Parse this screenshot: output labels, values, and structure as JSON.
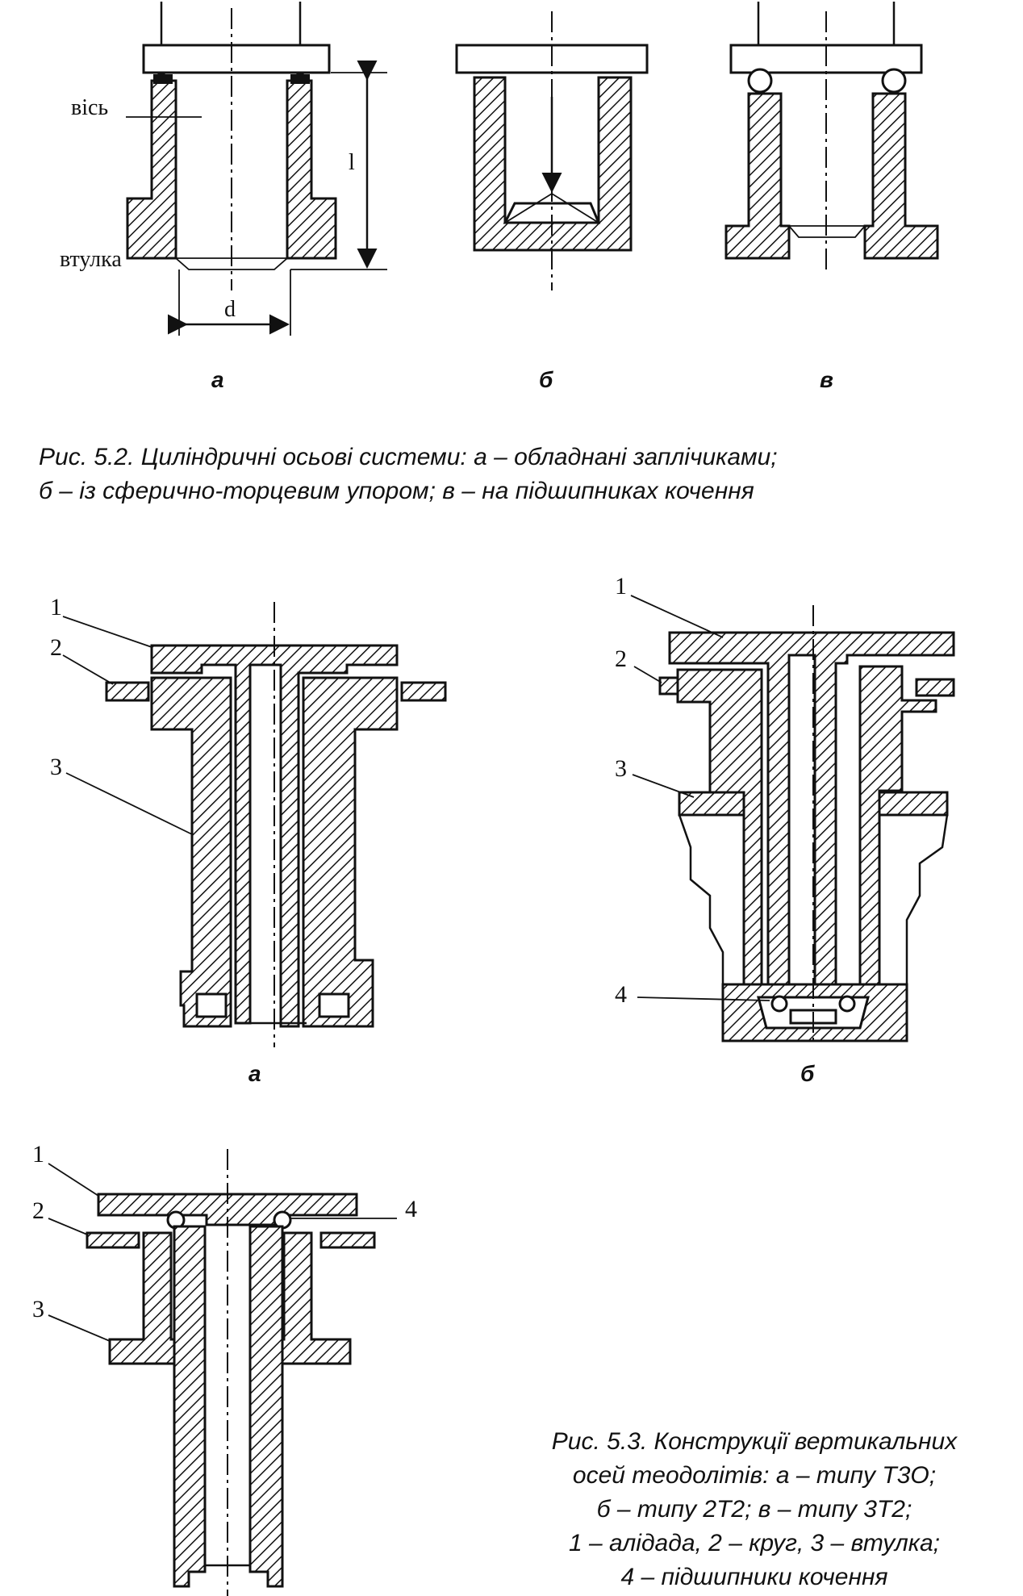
{
  "fig52": {
    "labels": {
      "axis_label": "вісь",
      "bushing_label": "втулка",
      "length_label": "l",
      "diameter_label": "d"
    },
    "sub_a": "а",
    "sub_b": "б",
    "sub_c": "в",
    "caption_line1": "Рис. 5.2. Циліндричні осьові системи: а – обладнані заплічиками;",
    "caption_line2": "б – із сферично-торцевим упором; в – на підшипниках кочення"
  },
  "fig53": {
    "sub_a": "а",
    "sub_b": "б",
    "numbers": {
      "n1": "1",
      "n2": "2",
      "n3": "3",
      "n4": "4"
    },
    "caption_line1": "Рис. 5.3. Конструкції вертикальних",
    "caption_line2": "осей теодолітів: а – типу Т3О;",
    "caption_line3": "б – типу 2Т2; в – типу 3Т2;",
    "caption_line4": "1 – алідада, 2 – круг, 3 – втулка;",
    "caption_line5": "4 – підшипники кочення"
  }
}
